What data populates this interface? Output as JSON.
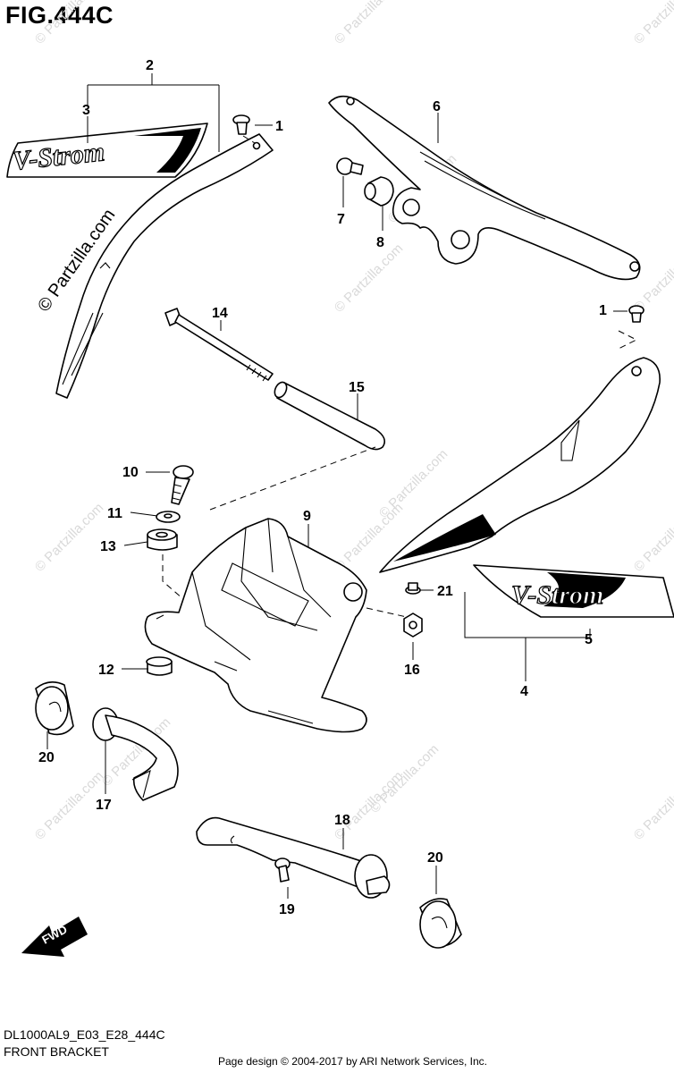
{
  "figure": {
    "title": "FIG.444C",
    "code": "DL1000AL9_E03_E28_444C",
    "name": "FRONT BRACKET",
    "credit": "Page design © 2004-2017 by ARI Network Services, Inc."
  },
  "callouts": {
    "c1a": "1",
    "c1b": "1",
    "c2": "2",
    "c3": "3",
    "c4": "4",
    "c5": "5",
    "c6": "6",
    "c7": "7",
    "c8": "8",
    "c9": "9",
    "c10": "10",
    "c11": "11",
    "c12": "12",
    "c13": "13",
    "c14": "14",
    "c15": "15",
    "c16": "16",
    "c17": "17",
    "c18": "18",
    "c19": "19",
    "c20a": "20",
    "c20b": "20",
    "c21": "21"
  },
  "decals": {
    "left": "V-Strom",
    "right": "V-Strom"
  },
  "direction_arrow": "FWD",
  "watermarks": {
    "main": "© Partzilla.com",
    "repeat": "© Partzilla.com"
  }
}
